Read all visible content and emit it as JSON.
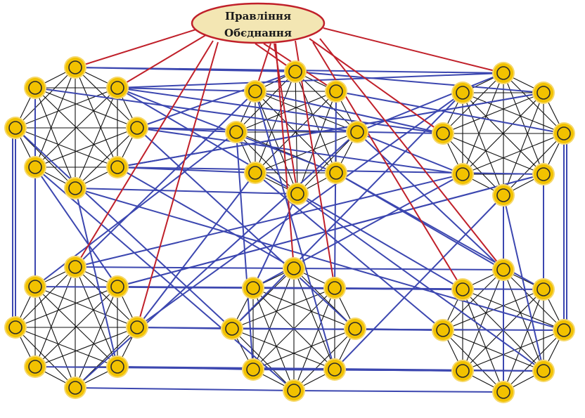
{
  "root": {
    "title_line1": "Правління",
    "title_line2": "Обєднання",
    "fill_color": "#f3e6b3",
    "stroke_color": "#c0202a"
  },
  "colors": {
    "node_fill": "#f2c200",
    "node_ring": "#f6d86a",
    "node_inner_stroke": "#2a2a2a",
    "intra_cluster_edge": "#111111",
    "inter_cluster_edge": "#3c47b0",
    "root_edge": "#c0202a"
  },
  "clusters": [
    {
      "name": "cluster-top-left",
      "node_count": 8
    },
    {
      "name": "cluster-top-middle",
      "node_count": 8
    },
    {
      "name": "cluster-top-right",
      "node_count": 8
    },
    {
      "name": "cluster-bottom-left",
      "node_count": 8
    },
    {
      "name": "cluster-bottom-middle",
      "node_count": 8
    },
    {
      "name": "cluster-bottom-right",
      "node_count": 8
    }
  ]
}
